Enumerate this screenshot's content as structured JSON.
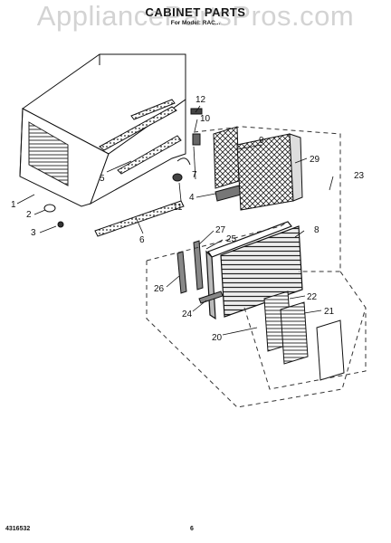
{
  "header": {
    "title": "CABINET PARTS",
    "subtitle": "For Model: RAC..."
  },
  "watermark": "AppliancePartsPros.com",
  "footer": {
    "doc_number": "4316532",
    "page_number": "6"
  },
  "callouts": {
    "p1": "1",
    "p2": "2",
    "p3": "3",
    "p4": "4",
    "p5": "5",
    "p6": "6",
    "p7": "7",
    "p8": "8",
    "p9": "9",
    "p10": "10",
    "p11": "11",
    "p12": "12",
    "p20": "20",
    "p21": "21",
    "p22": "22",
    "p23": "23",
    "p24": "24",
    "p25": "25",
    "p26": "26",
    "p27": "27",
    "p29": "29"
  }
}
